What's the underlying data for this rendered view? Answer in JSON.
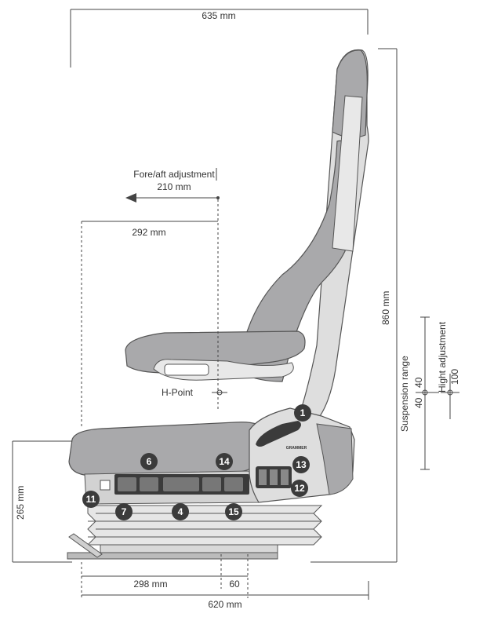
{
  "dimensions": {
    "top_width": "635 mm",
    "fore_aft_label": "Fore/aft adjustment",
    "fore_aft_value": "210 mm",
    "seat_depth": "292 mm",
    "h_point": "H-Point",
    "overall_height": "860 mm",
    "suspension_range": "Suspension range",
    "suspension_up": "40",
    "suspension_down": "40",
    "height_adjustment": "Hight adjustment",
    "height_value": "100",
    "base_height": "265 mm",
    "base_front": "298 mm",
    "base_rear": "60",
    "base_width": "620 mm"
  },
  "callouts": [
    "1",
    "6",
    "14",
    "13",
    "11",
    "7",
    "4",
    "15",
    "12"
  ],
  "brand": "GRAMMER",
  "colors": {
    "upholstery": "#a9a9ab",
    "frame_light": "#dcdcdc",
    "dark": "#3b3b3b",
    "bellows": "#e4e4e4"
  }
}
